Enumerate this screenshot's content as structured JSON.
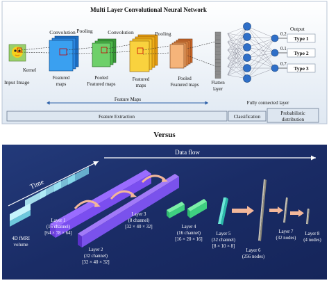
{
  "top_panel": {
    "title": "Multi Layer Convolutional Neural Network",
    "labels": {
      "convolution_1": "Convolution",
      "pooling_1": "Pooling",
      "convolution_2": "Convolution",
      "pooling_2": "Pooling",
      "output": "Output",
      "kernel": "Kernel",
      "input_image": "Input Image",
      "featured_maps_1a": "Featured",
      "featured_maps_1b": "maps",
      "pooled_1": "Pooled",
      "pooled_1b": "Featured maps",
      "featured_maps_2a": "Featured",
      "featured_maps_2b": "maps",
      "pooled_2": "Pooled",
      "pooled_2b": "Featured maps",
      "flatten_a": "Flatten",
      "flatten_b": "layer",
      "fully_connected": "Fully connected layer",
      "feature_maps": "Feature Maps",
      "feature_extraction": "Feature Extraction",
      "classification": "Classification",
      "probabilistic_a": "Probabilistic",
      "probabilistic_b": "distribution"
    },
    "outputs": [
      {
        "prob": "0.2",
        "label": "Type 1"
      },
      {
        "prob": "0.1",
        "label": "Type 2"
      },
      {
        "prob": "0.7",
        "label": "Type 3"
      }
    ]
  },
  "versus": "Versus",
  "bottom_panel": {
    "data_flow": "Data flow",
    "time": "Time",
    "input": {
      "l1": "4D fMRI",
      "l2": "volume"
    },
    "layers": [
      {
        "name": "Layer 1",
        "channels": "(16 channel)",
        "dims": "[64 × 78 × 64]"
      },
      {
        "name": "Layer 2",
        "channels": "(32 channel)",
        "dims": "[32 × 40 × 32]"
      },
      {
        "name": "Layer 3",
        "channels": "(8 channel)",
        "dims": "[32 × 40 × 32]"
      },
      {
        "name": "Layer 4",
        "channels": "(16 channel)",
        "dims": "[16 × 20 × 16]"
      },
      {
        "name": "Layer 5",
        "channels": "(32 channel)",
        "dims": "[8 × 10 × 8]"
      },
      {
        "name": "Layer 6",
        "channels": "(256 nodes)",
        "dims": ""
      },
      {
        "name": "Layer 7",
        "channels": "(32 nodes)",
        "dims": ""
      },
      {
        "name": "Layer 8",
        "channels": "(4 nodes)",
        "dims": ""
      }
    ]
  }
}
